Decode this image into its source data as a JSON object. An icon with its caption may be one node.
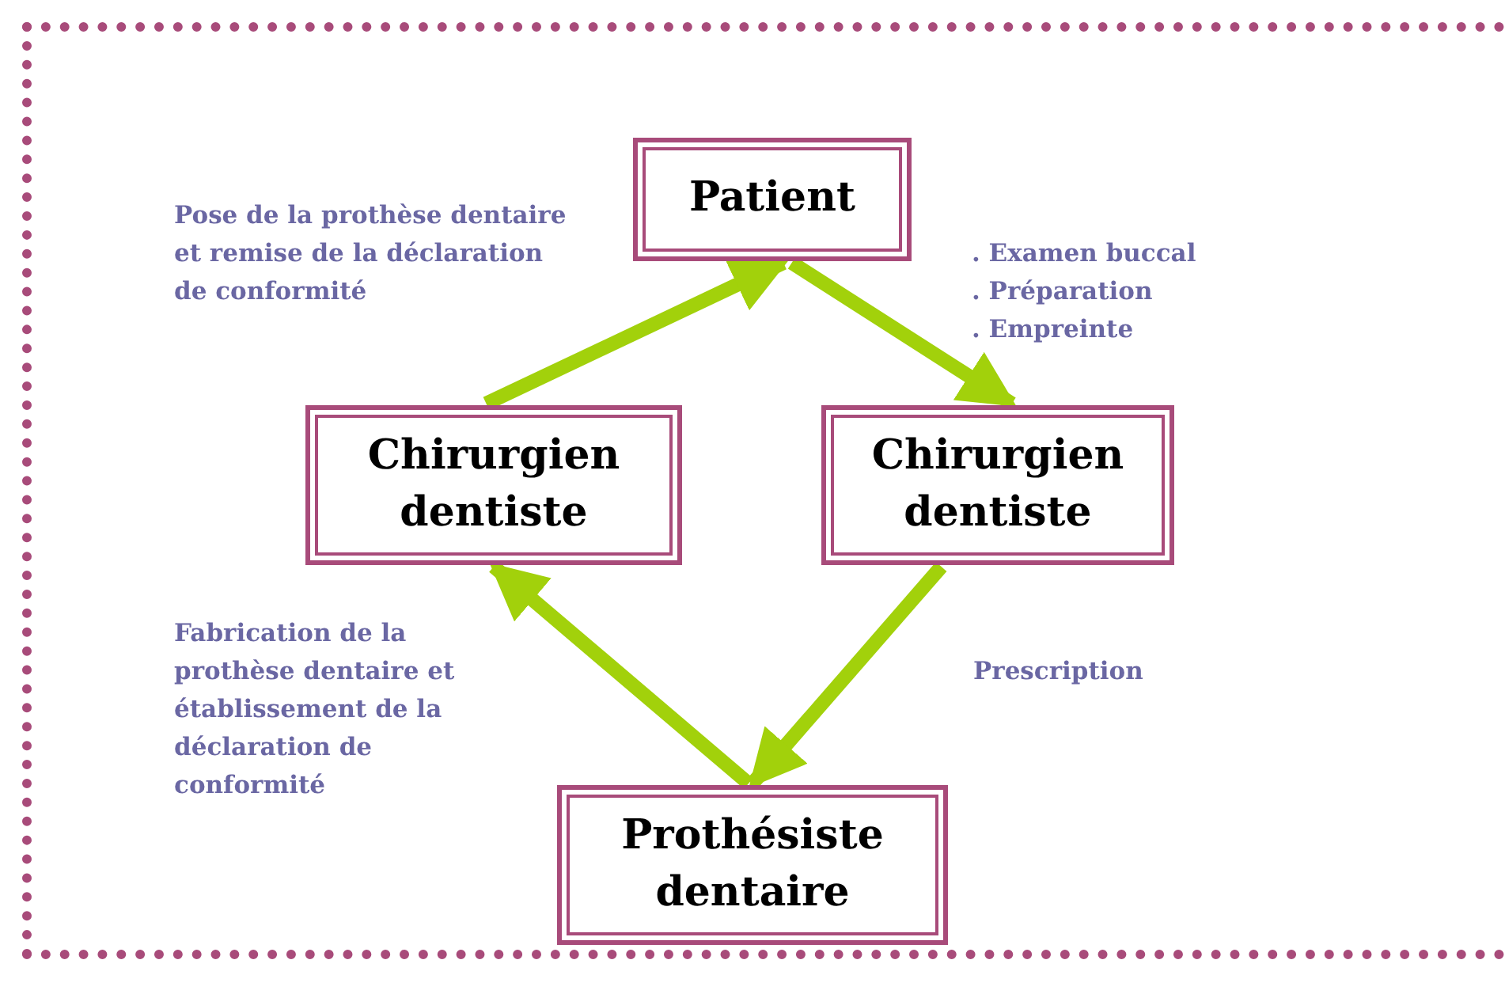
{
  "diagram": {
    "nodes": [
      {
        "text": [
          "Patient"
        ]
      },
      {
        "text": [
          "Chirurgien dentiste"
        ]
      },
      {
        "text": [
          "Chirurgien dentiste"
        ]
      },
      {
        "text": [
          "Prothésiste dentaire"
        ]
      }
    ],
    "edges": [
      {
        "from": 1,
        "to": 0,
        "arrow": "to"
      },
      {
        "from": 0,
        "to": 2,
        "arrow": "to"
      },
      {
        "from": 2,
        "to": 3,
        "arrow": "to"
      },
      {
        "from": 3,
        "to": 1,
        "arrow": "to"
      }
    ],
    "labels": [
      "Pose de la prothèse dentaire et remise de la déclaration de conformité",
      ". Examen buccal",
      ". Préparation",
      ". Empreinte",
      "Fabrication de la prothèse dentaire et établissement de la déclaration de conformité",
      "Prescription"
    ]
  }
}
